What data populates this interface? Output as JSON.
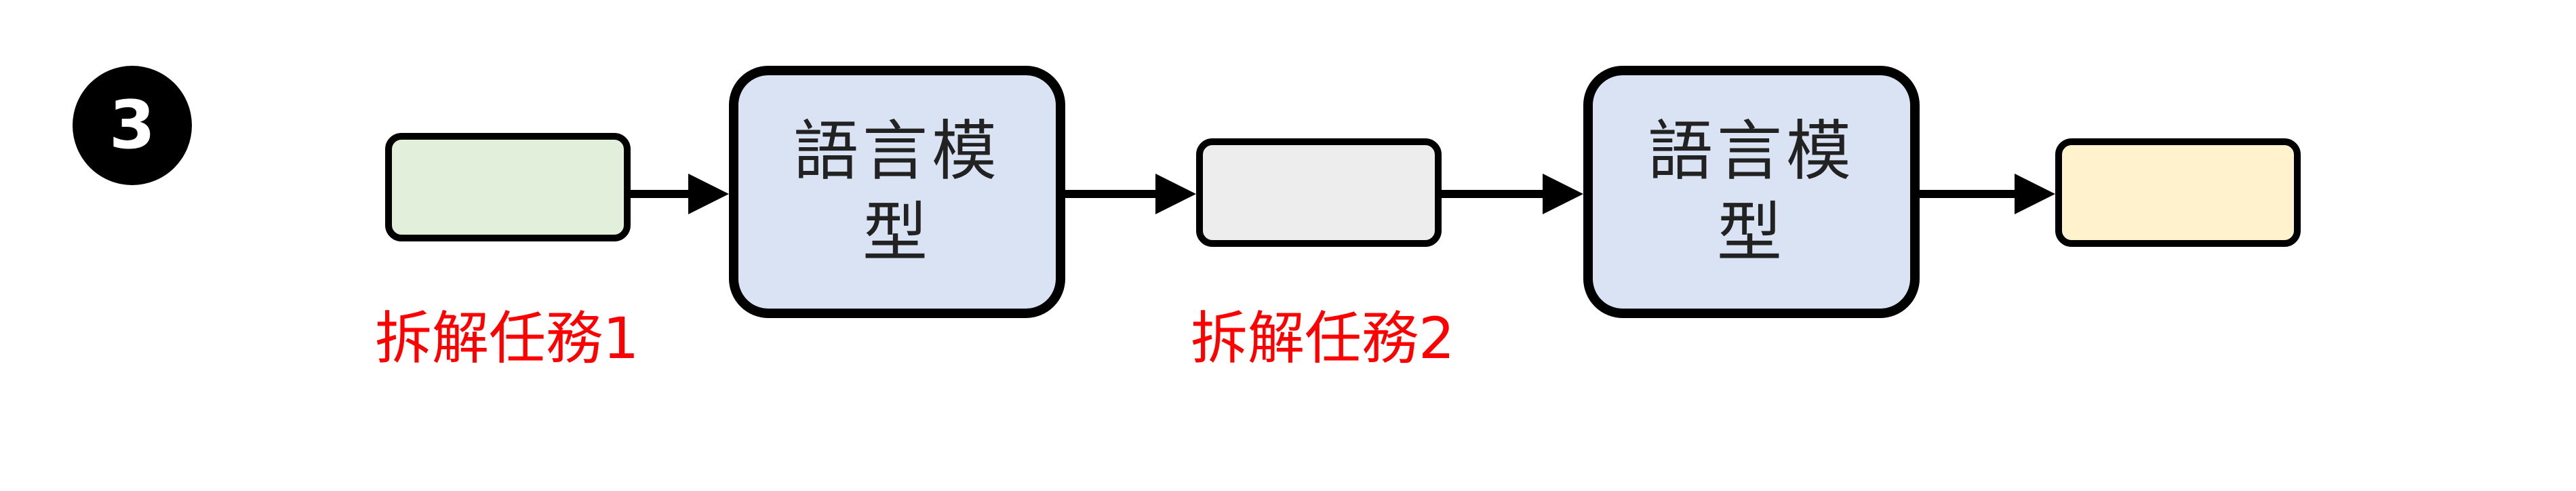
{
  "step": {
    "number": "3"
  },
  "pipeline": {
    "input_box": {
      "color": "#e2efda"
    },
    "model_1": {
      "label": "語言模型"
    },
    "middle_box": {
      "color": "#ededed"
    },
    "model_2": {
      "label": "語言模型"
    },
    "output_box": {
      "color": "#fff2cc"
    }
  },
  "labels": {
    "task_1": "拆解任務1",
    "task_2": "拆解任務2"
  }
}
